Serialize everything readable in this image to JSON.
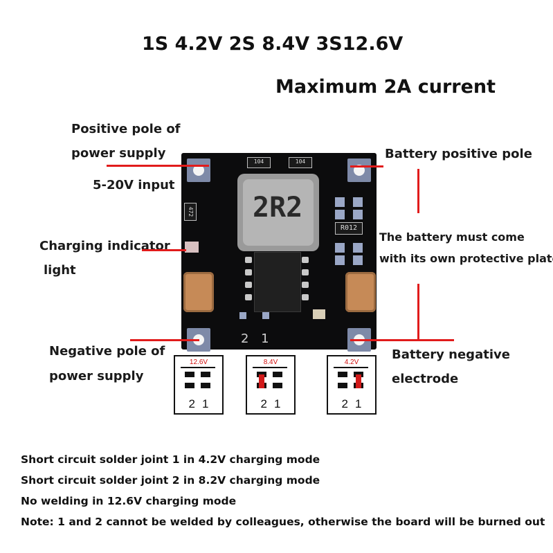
{
  "title": "1S 4.2V 2S 8.4V 3S12.6V",
  "subtitle": "Maximum 2A current",
  "labels": {
    "pos_power_1": "Positive pole of",
    "pos_power_2": "power supply",
    "input": "5-20V input",
    "charge_1": "Charging indicator",
    "charge_2": "light",
    "neg_power_1": "Negative pole of",
    "neg_power_2": "power supply",
    "bat_pos": "Battery positive pole",
    "bat_prot_1": "The battery must come",
    "bat_prot_2": "with its own protective plate",
    "bat_neg_1": "Battery negative",
    "bat_neg_2": "electrode"
  },
  "board": {
    "inductor_label": "2R2",
    "res_a": "104",
    "res_b": "104",
    "res_c": "472",
    "res_d": "R012",
    "silk": "2 1"
  },
  "jumpers": [
    {
      "voltage": "12.6V",
      "nums": "21"
    },
    {
      "voltage": "8.4V",
      "nums": "21"
    },
    {
      "voltage": "4.2V",
      "nums": "21"
    }
  ],
  "notes": [
    "Short circuit solder joint 1 in 4.2V charging mode",
    "Short circuit solder joint 2 in 8.2V charging mode",
    "No welding in 12.6V charging mode",
    "Note: 1 and 2 cannot be welded by colleagues, otherwise the board will be burned out"
  ]
}
